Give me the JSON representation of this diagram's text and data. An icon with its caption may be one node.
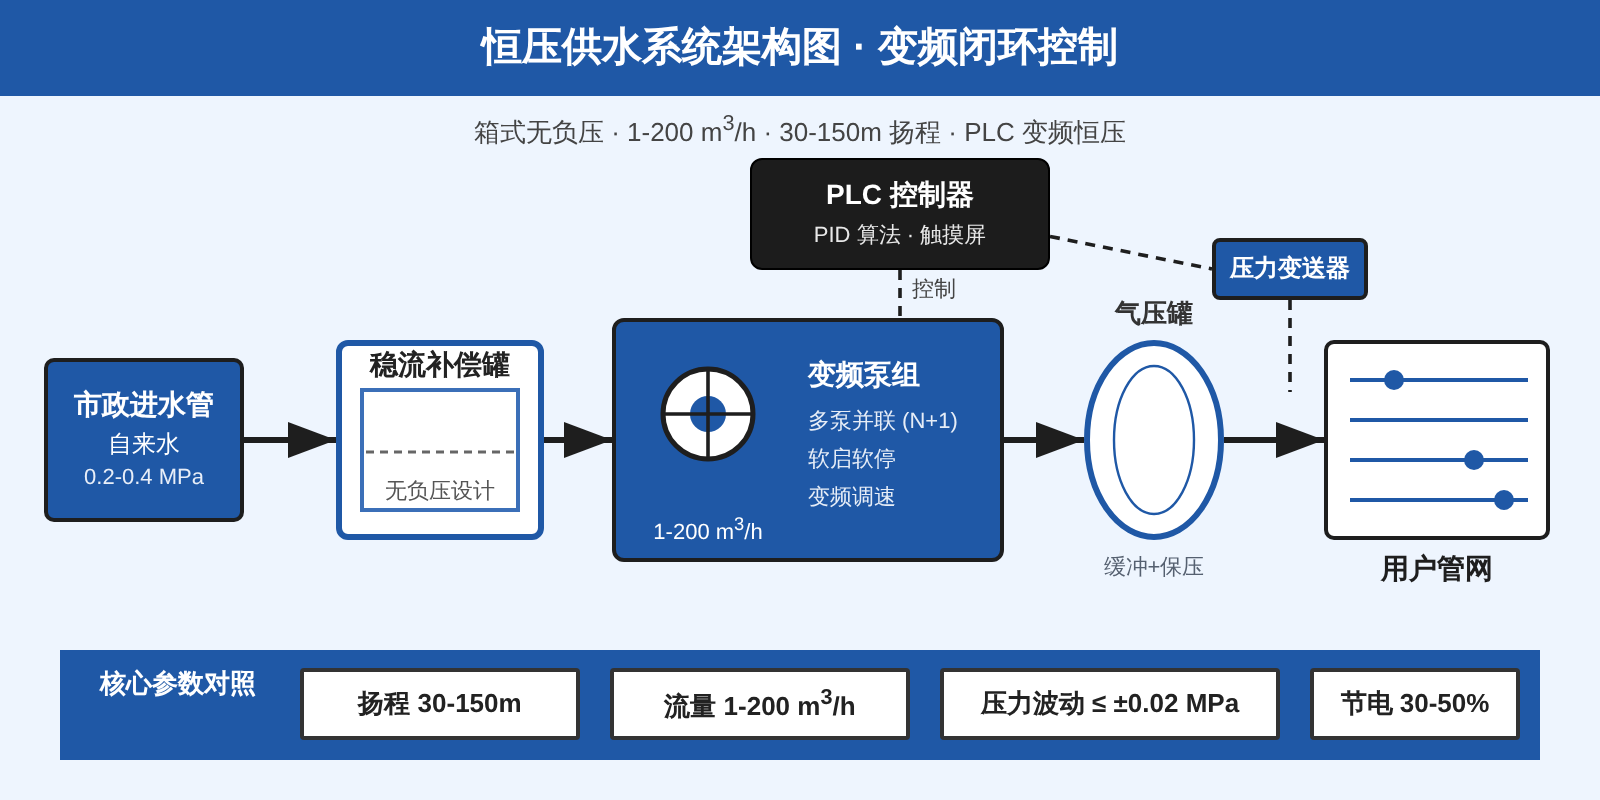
{
  "diagram": {
    "title": "恒压供水系统架构图 · 变频闭环控制",
    "nodes": [
      {
        "text": [
          "PLC 控制器",
          "PID 算法 · 触摸屏"
        ]
      },
      {
        "text": [
          "压力变送器"
        ]
      },
      {
        "text": [
          "市政进水管",
          "自来水",
          "0.2-0.4 MPa"
        ]
      },
      {
        "text": [
          "稳流补偿罐"
        ]
      },
      {
        "text": [
          "无负压设计"
        ],
        "in": 3
      },
      {
        "text": [
          "变频泵组",
          "多泵并联 (N+1)",
          "软启软停",
          "变频调速",
          "1-200 m$^{3}$/h"
        ]
      },
      {
        "text": [
          "气压罐"
        ],
        "beside": [
          "缓冲+保压"
        ]
      },
      {
        "text": [
          "用户管网"
        ]
      },
      {
        "text": [
          "核心参数对照"
        ]
      },
      {
        "text": [
          "扬程 30-150m"
        ],
        "in": 8
      },
      {
        "text": [
          "流量 1-200 m$^{3}$/h"
        ],
        "in": 8
      },
      {
        "text": [
          "压力波动 ≤ ±0.02 MPa"
        ],
        "in": 8
      },
      {
        "text": [
          "节电 30-50%"
        ],
        "in": 8
      }
    ],
    "edges": [
      {
        "from": 2,
        "to": 3,
        "arrow": "to"
      },
      {
        "from": 3,
        "to": 5,
        "arrow": "to"
      },
      {
        "from": 5,
        "to": 6,
        "arrow": "to"
      },
      {
        "from": 6,
        "to": 7,
        "arrow": "to"
      },
      {
        "from": 0,
        "to": 5,
        "arrow": "none",
        "label": "控制",
        "style": "dashed"
      },
      {
        "from": 0,
        "to": 1,
        "arrow": "none",
        "style": "dashed"
      },
      {
        "from": 1,
        "to": null,
        "arrow": "none",
        "style": "dashed"
      }
    ],
    "labels": [
      "箱式无负压 · 1-200 m$^{3}$/h · 30-150m 扬程 · PLC 变频恒压"
    ]
  }
}
